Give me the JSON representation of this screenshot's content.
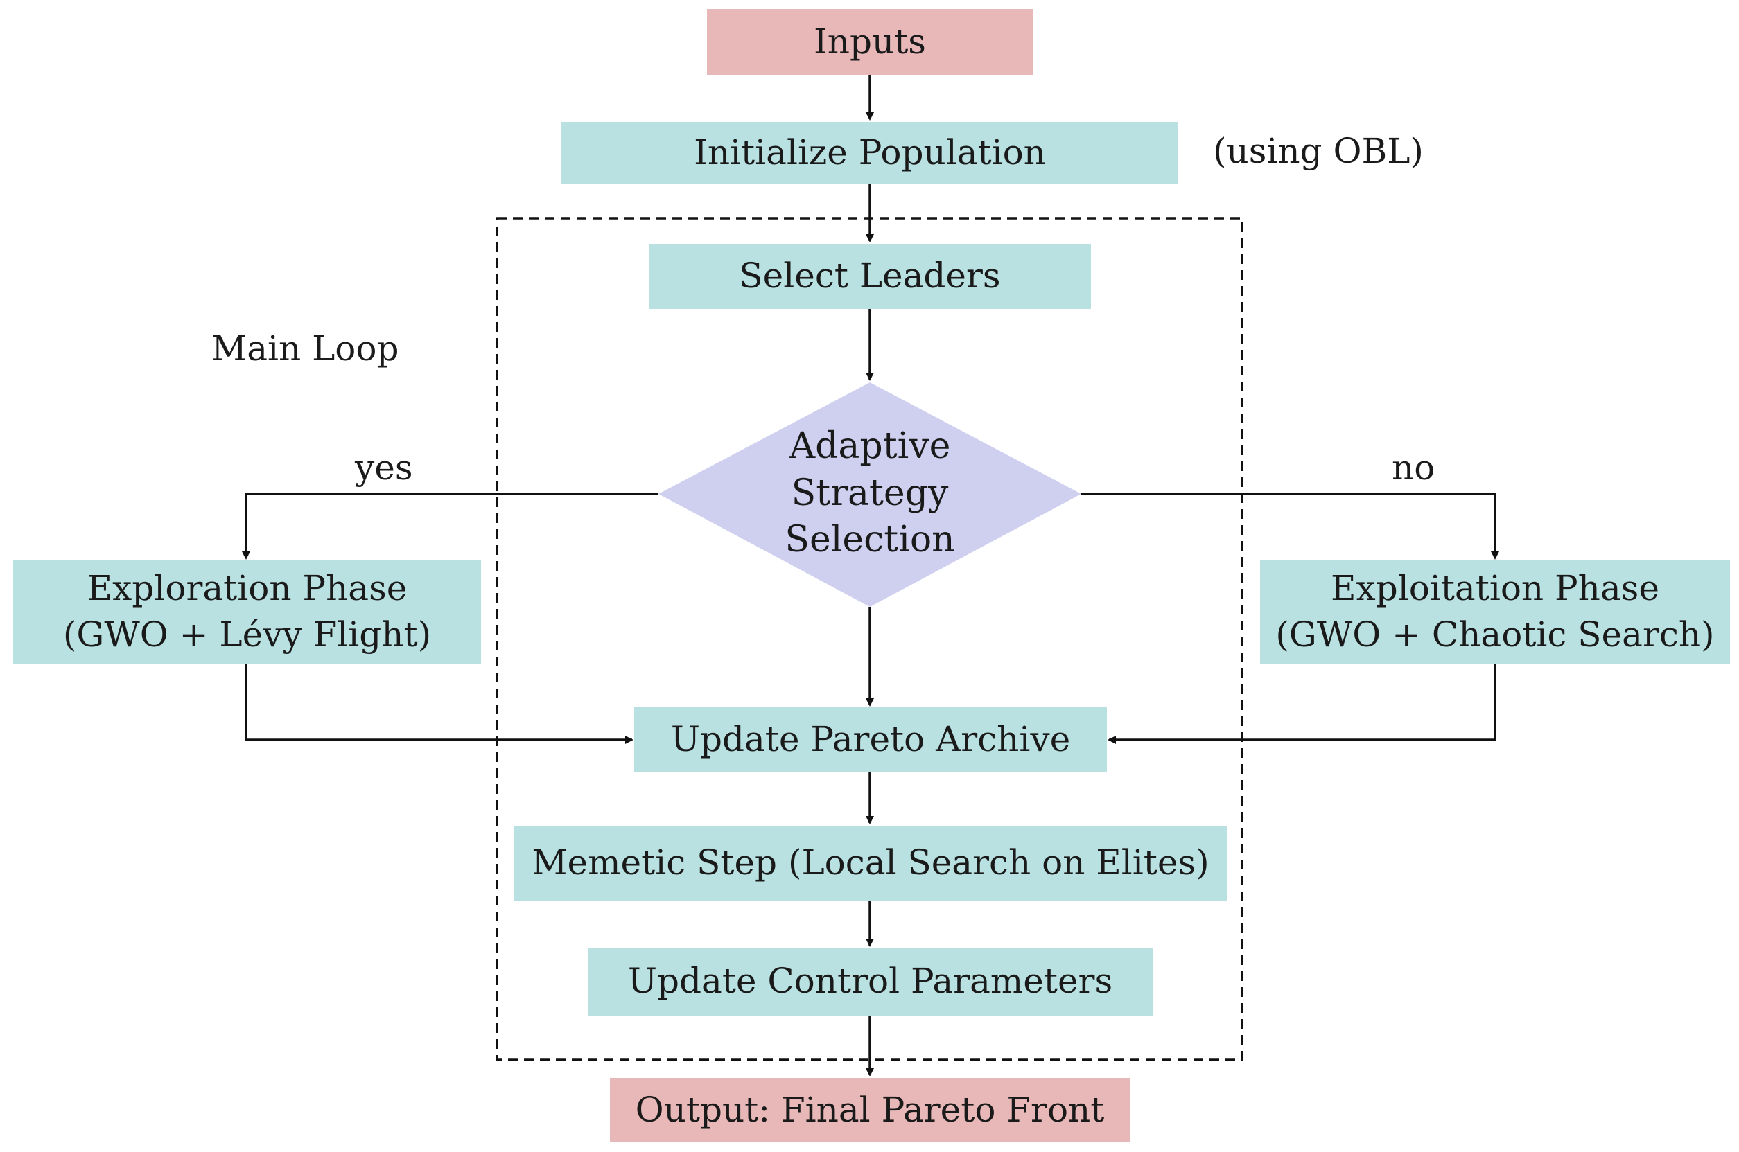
{
  "nodes": {
    "inputs": "Inputs",
    "initialize": "Initialize Population",
    "initialize_note": "(using OBL)",
    "select_leaders": "Select Leaders",
    "main_loop": "Main Loop",
    "decision": [
      "Adaptive",
      "Strategy",
      "Selection"
    ],
    "yes": "yes",
    "no": "no",
    "exploration": [
      "Exploration Phase",
      "(GWO + Lévy Flight)"
    ],
    "exploitation": [
      "Exploitation Phase",
      "(GWO + Chaotic Search)"
    ],
    "update_archive": "Update Pareto Archive",
    "memetic": "Memetic Step (Local Search on Elites)",
    "update_params": "Update Control Parameters",
    "output": "Output: Final Pareto Front"
  },
  "colors": {
    "io_fill": "#e8b8b8",
    "process_fill": "#b9e1e2",
    "decision_fill": "#cfd0f0",
    "line": "#111111"
  }
}
